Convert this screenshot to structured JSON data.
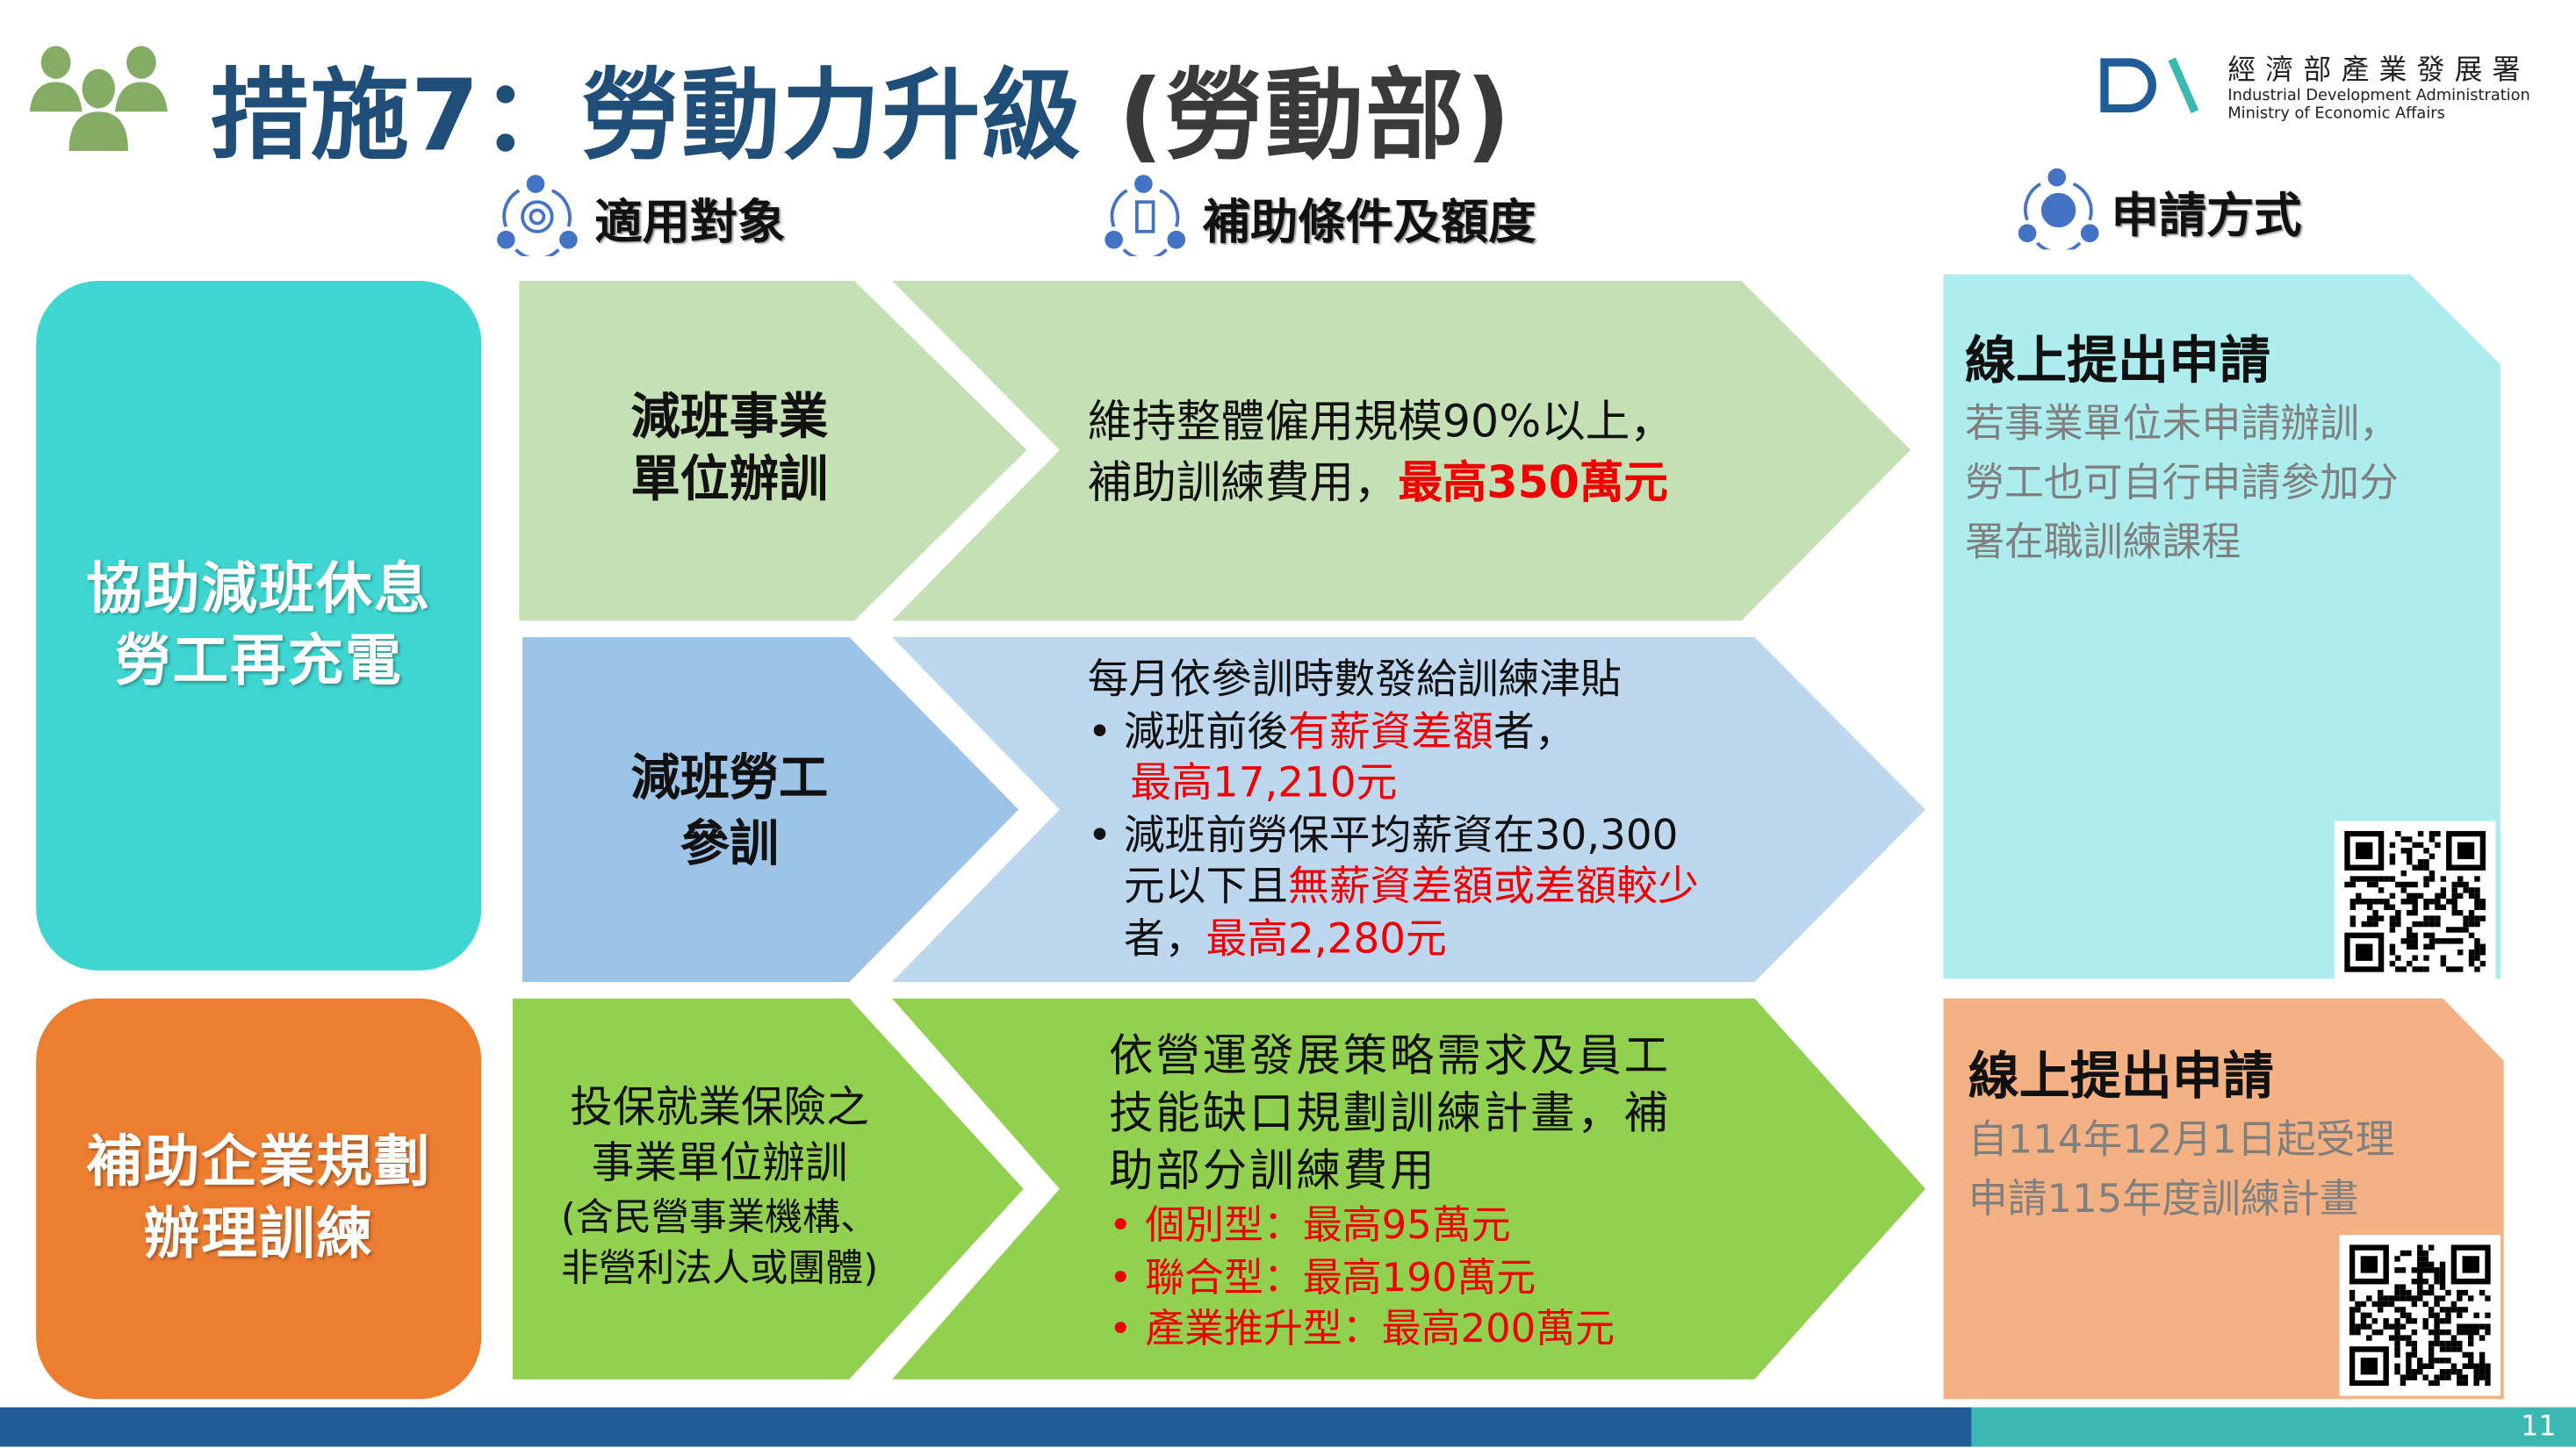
{
  "header": {
    "title": "措施7：勞動力升級",
    "title_dept": " (勞動部)",
    "logo": {
      "zh": "經濟部產業發展署",
      "en_line1": "Industrial Development Administration",
      "en_line2": "Ministry of Economic Affairs"
    }
  },
  "columns": {
    "target": "適用對象",
    "conditions": "補助條件及額度",
    "apply": "申請方式"
  },
  "categories": [
    {
      "line1": "協助減班休息",
      "line2": "勞工再充電"
    },
    {
      "line1": "補助企業規劃",
      "line2": "辦理訓練"
    }
  ],
  "rows": [
    {
      "target": [
        "減班事業",
        "單位辦訓"
      ],
      "cond_line1": "維持整體僱用規模90%以上，",
      "cond_line2": "補助訓練費用，",
      "cond_line2_red": "最高350萬元"
    },
    {
      "target": [
        "減班勞工",
        "參訓"
      ],
      "cond_head": "每月依參訓時數發給訓練津貼",
      "bullet1_a": "減班前後",
      "bullet1_red": "有薪資差額",
      "bullet1_b": "者，",
      "bullet1_red2": "最高17,210元",
      "bullet2_a": "減班前勞保平均薪資在30,300",
      "bullet2_b": "元以下且",
      "bullet2_red": "無薪資差額或差額較少",
      "bullet2_c": "者，",
      "bullet2_red2": "最高2,280元"
    },
    {
      "target": [
        "投保就業保險之",
        "事業單位辦訓",
        "(含民營事業機構、",
        "非營利法人或團體)"
      ],
      "cond_lines": [
        "依營運發展策略需求及員工",
        "技能缺口規劃訓練計畫，補",
        "助部分訓練費用"
      ],
      "red_bullets": [
        "個別型：最高95萬元",
        "聯合型：最高190萬元",
        "產業推升型：最高200萬元"
      ]
    }
  ],
  "apply": [
    {
      "title": "線上提出申請",
      "lines": [
        "若事業單位未申請辦訓，",
        "勞工也可自行申請參加分",
        "署在職訓練課程"
      ]
    },
    {
      "title": "線上提出申請",
      "lines": [
        "自114年12月1日起受理",
        "申請115年度訓練計畫"
      ]
    }
  ],
  "footer": {
    "page": "11"
  },
  "colors": {
    "title": "#1f4e79",
    "teal": "#3fd6d1",
    "orange": "#ed7d31",
    "green_light": "#c5e0b4",
    "blue_mid": "#9dc3e6",
    "blue_light": "#bdd7ee",
    "green": "#92d050",
    "apply_teal": "#aeeded",
    "apply_orange": "#f4b183",
    "footer_blue": "#1f5c99",
    "footer_teal": "#3cb8b2",
    "red": "#f00000"
  }
}
